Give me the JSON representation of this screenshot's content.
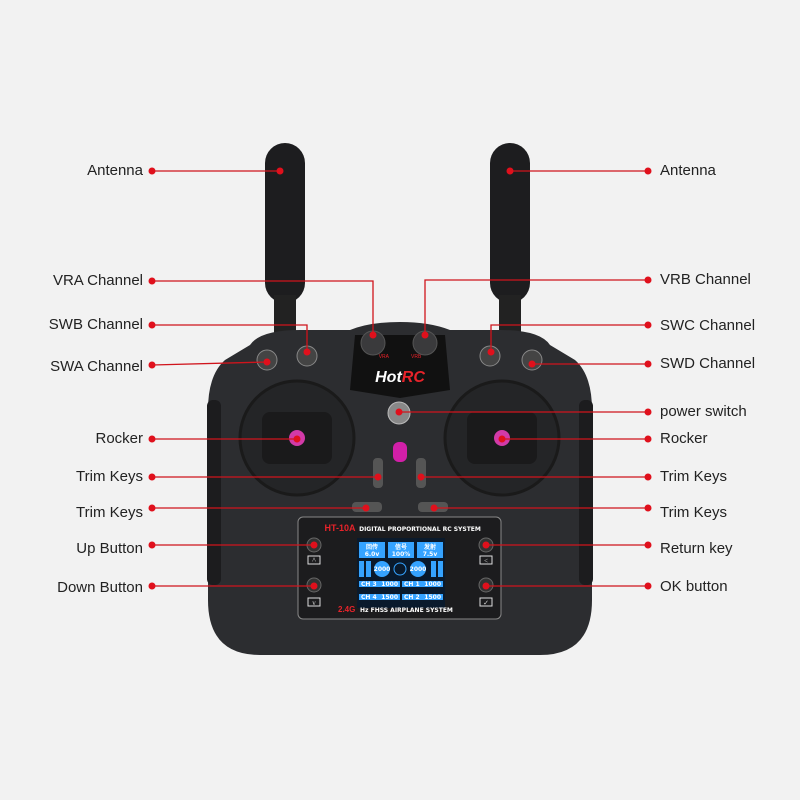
{
  "colors": {
    "background": "#f2f2f2",
    "callout": "#e0101c",
    "body": "#2a2b2d",
    "screen": "#1e8fe0",
    "brand_red": "#e8232a"
  },
  "brand": {
    "logo_hot": "Hot",
    "logo_rc": "RC",
    "vra": "VRA",
    "vrb": "VRB"
  },
  "screen": {
    "model": "HT-10A",
    "header": "DIGITAL PROPORTIONAL RC SYSTEM",
    "footer_band": "2.4G",
    "footer": "Hz FHSS AIRPLANE SYSTEM",
    "tiles": [
      {
        "label": "回传",
        "value": "6.0v"
      },
      {
        "label": "信号",
        "value": "100%"
      },
      {
        "label": "发射",
        "value": "7.5v"
      }
    ],
    "dials": [
      "2000",
      "2000"
    ],
    "channels": [
      {
        "ch": "CH 3",
        "val": "1000"
      },
      {
        "ch": "CH 1",
        "val": "1000"
      },
      {
        "ch": "CH 4",
        "val": "1500"
      },
      {
        "ch": "CH 2",
        "val": "1500"
      }
    ],
    "up_icon": "chevron-up-icon",
    "down_icon": "chevron-down-icon",
    "return_icon": "chevron-left-icon",
    "ok_icon": "checkmark-icon"
  },
  "callouts": {
    "left": [
      "Antenna",
      "VRA Channel",
      "SWB Channel",
      "SWA Channel",
      "Rocker",
      "Trim Keys",
      "Trim Keys",
      "Up Button",
      "Down Button"
    ],
    "right": [
      "Antenna",
      "VRB Channel",
      "SWC Channel",
      "SWD Channel",
      "power switch",
      "Rocker",
      "Trim Keys",
      "Trim Keys",
      "Return key",
      "OK button"
    ]
  }
}
